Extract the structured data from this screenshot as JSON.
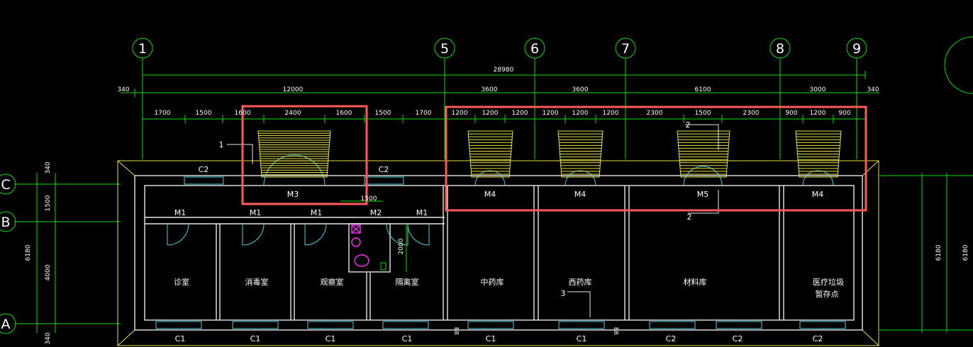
{
  "grid_axes": {
    "vertical": [
      "1",
      "5",
      "6",
      "7",
      "8",
      "9"
    ],
    "horizontal": [
      "C",
      "B",
      "A"
    ]
  },
  "dimensions": {
    "overall": "28980",
    "tier2": [
      "340",
      "12000",
      "3600",
      "3600",
      "6100",
      "3000",
      "340"
    ],
    "tier3": [
      "1700",
      "1500",
      "1600",
      "2400",
      "1600",
      "1500",
      "1700",
      "1200",
      "1200",
      "1200",
      "1200",
      "1200",
      "1200",
      "2300",
      "1500",
      "2300",
      "900",
      "1200",
      "900"
    ],
    "left_vertical": [
      "340",
      "1500",
      "4000",
      "6180",
      "340"
    ],
    "right_vertical": [
      "6180",
      "6180"
    ],
    "corridor_note": "1500",
    "room_depth": "2000"
  },
  "openings": {
    "windows_top": [
      "C2",
      "C2"
    ],
    "windows_bottom": [
      "C1",
      "C1",
      "C1",
      "C1",
      "C1",
      "C1",
      "C2",
      "C2",
      "C2"
    ],
    "doors_rooms": [
      "M1",
      "M1",
      "M1",
      "M2",
      "M1"
    ],
    "doors_exterior": [
      "M3",
      "M4",
      "M4",
      "M5",
      "M4"
    ]
  },
  "rooms": {
    "r1": "诊室",
    "r2": "消毒室",
    "r3": "观察室",
    "r4": "隔离室",
    "r5": "中药库",
    "r6": "西药库",
    "r7": "材料库",
    "r8_line1": "医疗垃圾",
    "r8_line2": "暂存点"
  },
  "callouts": [
    "1",
    "2",
    "2",
    "3"
  ],
  "small_labels": [
    "BB",
    "BB"
  ],
  "colors": {
    "background": "#000000",
    "grid_lines": "#00e000",
    "walls": "#e8e8e8",
    "steps": "#e6e14a",
    "doors": "#4fd0e0",
    "highlight": "#ff5a5a",
    "fixtures": "#ff2bff"
  }
}
